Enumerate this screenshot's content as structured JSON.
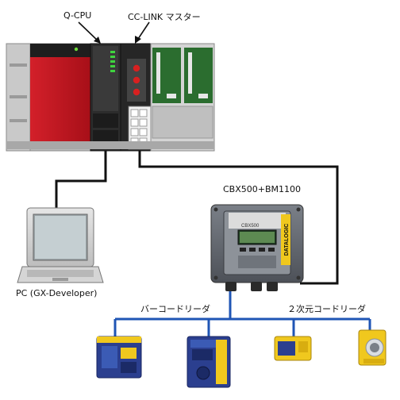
{
  "labels": {
    "qcpu": "Q-CPU",
    "cclink_master": "CC-LINK マスター",
    "pc": "PC (GX-Developer)",
    "controller": "CBX500+BM1100",
    "barcode_readers": "バーコードリーダ",
    "twod_readers": "２次元コードリーダ"
  },
  "device_text": {
    "brand": "DATALOGIC",
    "model": "CBX500"
  },
  "colors": {
    "plc_red": "#c0141e",
    "bus_blue": "#1f55b5",
    "reader_yellow": "#f0c81e",
    "reader_blue": "#2b3f8f",
    "cable_black": "#111111"
  }
}
